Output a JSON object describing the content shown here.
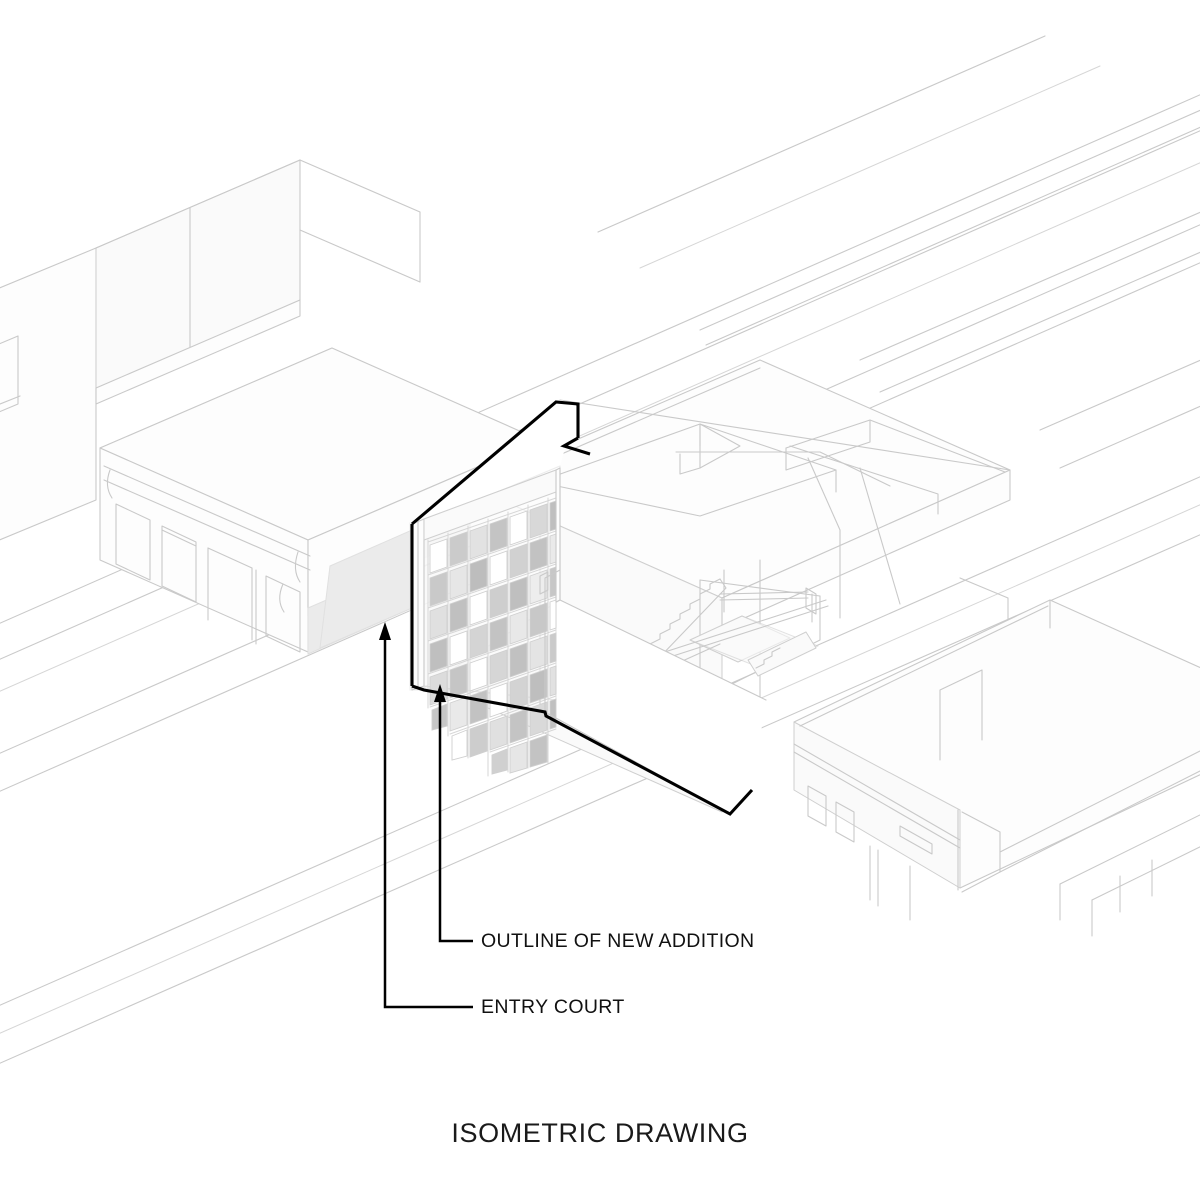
{
  "figure": {
    "title": "ISOMETRIC DRAWING",
    "type": "architectural-isometric",
    "background_color": "#ffffff",
    "line_color_context": "#c9c9c9",
    "line_color_emphasis": "#000000"
  },
  "annotations": [
    {
      "id": "outline-of-new-addition",
      "label": "OUTLINE OF NEW ADDITION",
      "leader": "elbow-with-arrow",
      "arrow_target": "bottom-left corner of new addition facade"
    },
    {
      "id": "entry-court",
      "label": "ENTRY COURT",
      "leader": "elbow-with-arrow",
      "arrow_target": "shaded plaza west of new facade"
    }
  ],
  "scene": {
    "new_addition": {
      "name": "new addition",
      "emphasis": "bold black outline",
      "facade": {
        "name": "gridded curtain wall",
        "columns": 7,
        "rows": 8,
        "panel_tones": [
          "#ffffff",
          "#e4e4e4",
          "#d2d2d2",
          "#bdbdbd",
          "#cfcfcf"
        ]
      }
    },
    "entry_court": {
      "name": "entry court",
      "fill": "#ebebeb"
    },
    "existing_buildings": [
      {
        "name": "left storefront block",
        "detail": "awnings and shopfront windows"
      },
      {
        "name": "rear existing building",
        "detail": "gabled roof volume"
      },
      {
        "name": "right neighbour block",
        "detail": "low parapet with windows"
      }
    ],
    "site": {
      "name": "street and sidewalk",
      "detail": "parallel diagonal curb lines"
    },
    "circulation": {
      "name": "entry stair and ramp",
      "detail": "sawtooth stair profile with landing"
    }
  }
}
